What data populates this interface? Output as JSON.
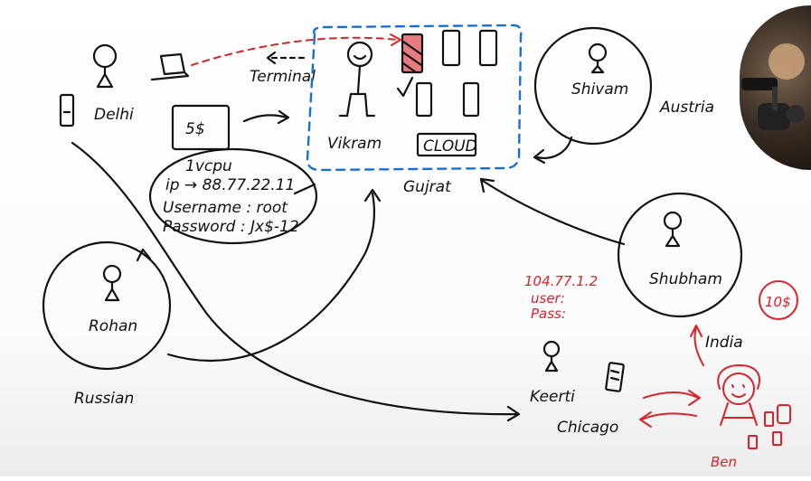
{
  "labels": {
    "delhi": "Delhi",
    "terminal": "Terminal",
    "price_tag": "5$",
    "spec_cpu": "1vcpu",
    "spec_ip": "ip → 88.77.22.11",
    "spec_user": "Username : root",
    "spec_pass": "Password : Jx$-12",
    "vikram": "Vikram",
    "cloud_box": "CLOUD",
    "gujrat": "Gujrat",
    "shivam": "Shivam",
    "austria": "Austria",
    "rohan": "Rohan",
    "russian": "Russian",
    "shubham": "Shubham",
    "red_ip": "104.77.1.2",
    "red_user": "user:",
    "red_pass": "Pass:",
    "ten_dollar": "10$",
    "india": "India",
    "keerti": "Keerti",
    "chicago": "Chicago",
    "ben": "Ben"
  },
  "colors": {
    "ink": "#111111",
    "red_marker": "#d8232a",
    "blue_dashed": "#1a6fd6"
  },
  "icons": {
    "webcam": "presenter-webcam",
    "laptop": "laptop-icon",
    "phone": "phone-icon",
    "server": "server-rack-icon"
  }
}
